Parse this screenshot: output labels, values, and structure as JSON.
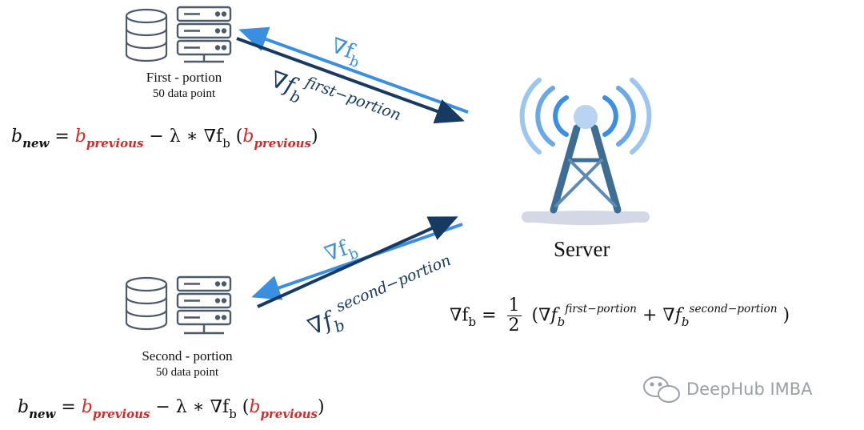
{
  "first_portion": {
    "name": "First - portion",
    "count": "50 data point"
  },
  "second_portion": {
    "name": "Second - portion",
    "count": "50 data point"
  },
  "server": {
    "label": "Server"
  },
  "arrows": {
    "top_to_client": {
      "symbol": "∇f",
      "subscript": "b"
    },
    "top_to_server": {
      "symbol": "∇f",
      "subscript": "b",
      "superscript": "first−portion"
    },
    "bottom_to_client": {
      "symbol": "∇f",
      "subscript": "b"
    },
    "bottom_to_server": {
      "symbol": "∇f",
      "subscript": "b",
      "superscript": "second−portion"
    }
  },
  "update_formula": {
    "lhs": "b",
    "lhs_sub": "new",
    "eq": "=",
    "prev": "b",
    "prev_sub": "previous",
    "op": "− λ ∗ ∇f",
    "grad_sub": "b",
    "open": "(",
    "arg": "b",
    "arg_sub": "previous",
    "close": ")"
  },
  "aggregate_formula": {
    "lhs": "∇f",
    "lhs_sub": "b",
    "eq": "=",
    "frac_num": "1",
    "frac_den": "2",
    "open": "(",
    "t1": "∇f",
    "t1_sub": "b",
    "t1_sup": "first−portion",
    "plus": "+",
    "t2": "∇f",
    "t2_sub": "b",
    "t2_sup": "second−portion",
    "close": ")"
  },
  "watermark": {
    "text": "DeepHub IMBA"
  },
  "colors": {
    "light_blue": "#3b8fe0",
    "dark_blue": "#173a63",
    "tower": "#3e6d93",
    "server_icon": "#4d5a6b",
    "red": "#d42a2a"
  }
}
